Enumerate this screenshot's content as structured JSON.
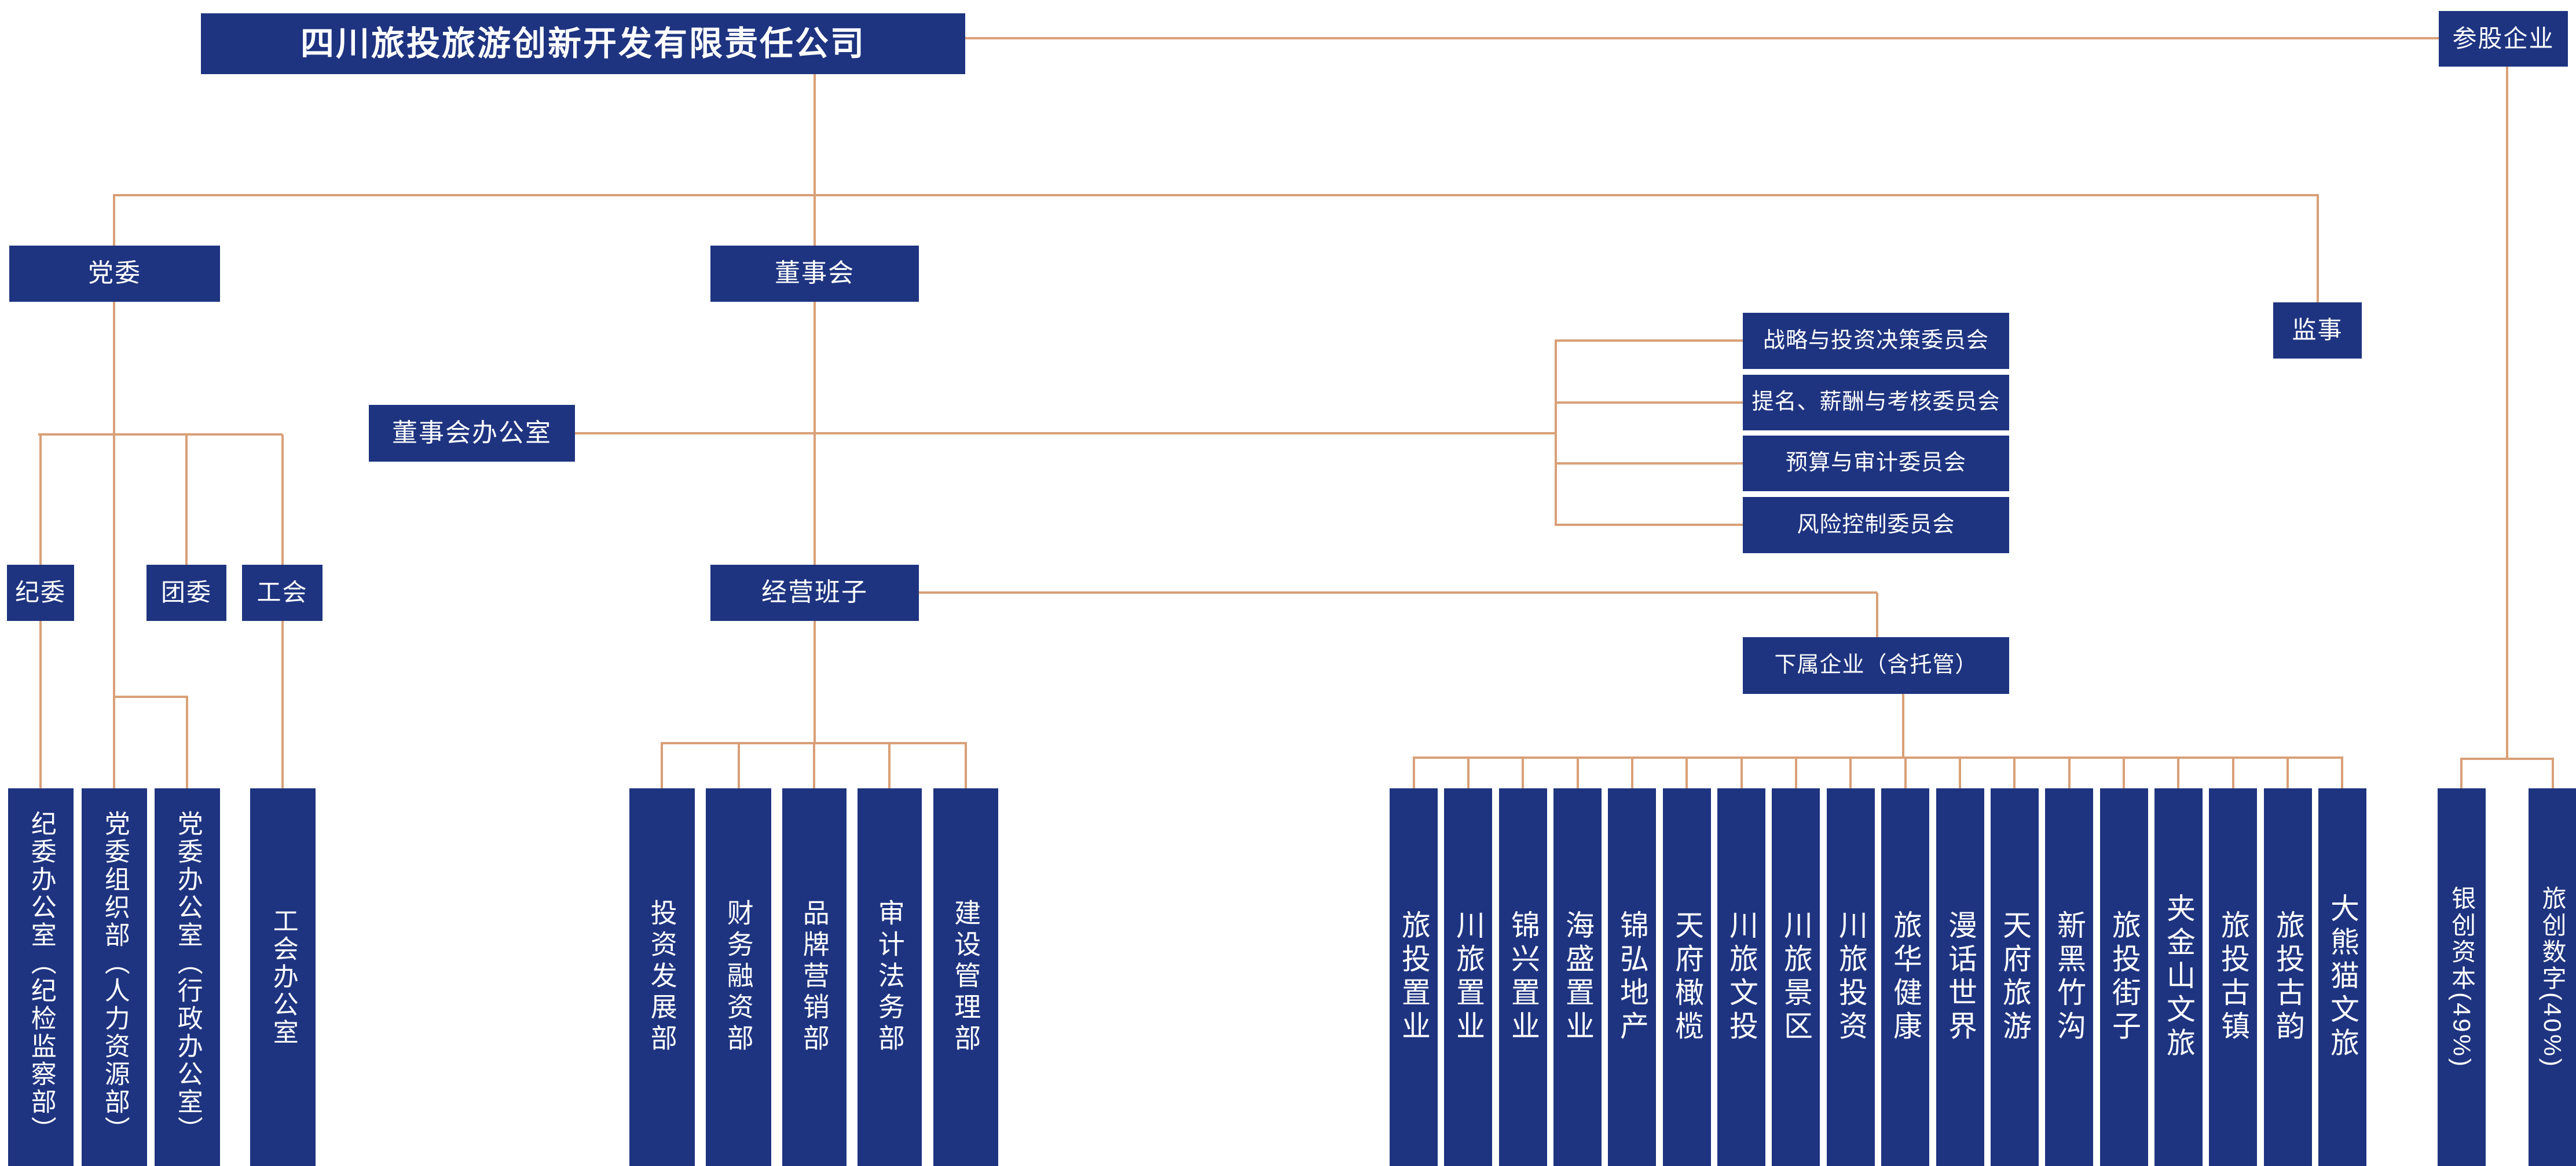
{
  "colors": {
    "box": "#1e3480",
    "line": "#d9a077",
    "text": "#ffffff",
    "bg": "#ffffff"
  },
  "root": {
    "title": "四川旅投旅游创新开发有限责任公司"
  },
  "nodes": {
    "cangu": "参股企业",
    "dangwei": "党委",
    "dongshihui": "董事会",
    "jianshi": "监事",
    "dshbgs": "董事会办公室",
    "jiwei": "纪委",
    "tuanwei": "团委",
    "gonghui": "工会",
    "jingyingbanzi": "经营班子",
    "xiashu": "下属企业（含托管）"
  },
  "committees": [
    {
      "label": "战略与投资决策委员会"
    },
    {
      "label": "提名、薪酬与考核委员会"
    },
    {
      "label": "预算与审计委员会"
    },
    {
      "label": "风险控制委员会"
    }
  ],
  "party_offices": [
    {
      "label": "纪委办公室（纪检监察部）"
    },
    {
      "label": "党委组织部（人力资源部）"
    },
    {
      "label": "党委办公室（行政办公室）"
    },
    {
      "label": "工会办公室"
    }
  ],
  "departments": [
    {
      "label": "投资发展部"
    },
    {
      "label": "财务融资部"
    },
    {
      "label": "品牌营销部"
    },
    {
      "label": "审计法务部"
    },
    {
      "label": "建设管理部"
    }
  ],
  "subsidiaries": [
    {
      "label": "旅投置业"
    },
    {
      "label": "川旅置业"
    },
    {
      "label": "锦兴置业"
    },
    {
      "label": "海盛置业"
    },
    {
      "label": "锦弘地产"
    },
    {
      "label": "天府橄榄"
    },
    {
      "label": "川旅文投"
    },
    {
      "label": "川旅景区"
    },
    {
      "label": "川旅投资"
    },
    {
      "label": "旅华健康"
    },
    {
      "label": "漫话世界"
    },
    {
      "label": "天府旅游"
    },
    {
      "label": "新黑竹沟"
    },
    {
      "label": "旅投街子"
    },
    {
      "label": "夹金山文旅"
    },
    {
      "label": "旅投古镇"
    },
    {
      "label": "旅投古韵"
    },
    {
      "label": "大熊猫文旅"
    }
  ],
  "invested": [
    {
      "label": "银创资本(49%)"
    },
    {
      "label": "旅创数字(40%)"
    }
  ]
}
